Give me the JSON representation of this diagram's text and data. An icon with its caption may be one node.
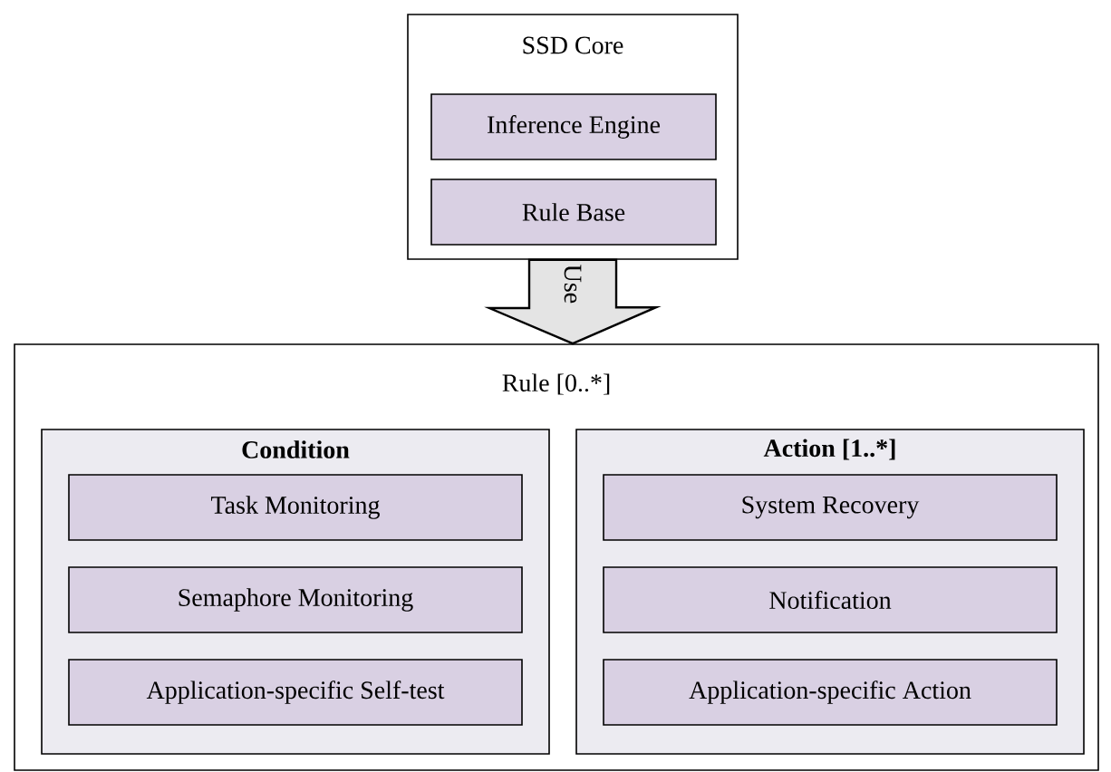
{
  "diagram": {
    "nodes": [
      {
        "text": [
          "SSD Core"
        ]
      },
      {
        "text": [
          "Inference Engine"
        ],
        "in": 0
      },
      {
        "text": [
          "Rule Base"
        ],
        "in": 0
      },
      {
        "text": [
          "Rule [0..*]"
        ]
      },
      {
        "text": [
          "Condition"
        ],
        "in": 3
      },
      {
        "text": [
          "Task Monitoring"
        ],
        "in": 4
      },
      {
        "text": [
          "Semaphore Monitoring"
        ],
        "in": 4
      },
      {
        "text": [
          "Application-specific Self-test"
        ],
        "in": 4
      },
      {
        "text": [
          "Action [1..*]"
        ],
        "in": 3
      },
      {
        "text": [
          "System Recovery"
        ],
        "in": 8
      },
      {
        "text": [
          "Notification"
        ],
        "in": 8
      },
      {
        "text": [
          "Application-specific Action"
        ],
        "in": 8
      }
    ],
    "edges": [
      {
        "from": 0,
        "to": 3,
        "arrow": "to",
        "label": "Use",
        "style": "thick"
      }
    ]
  }
}
